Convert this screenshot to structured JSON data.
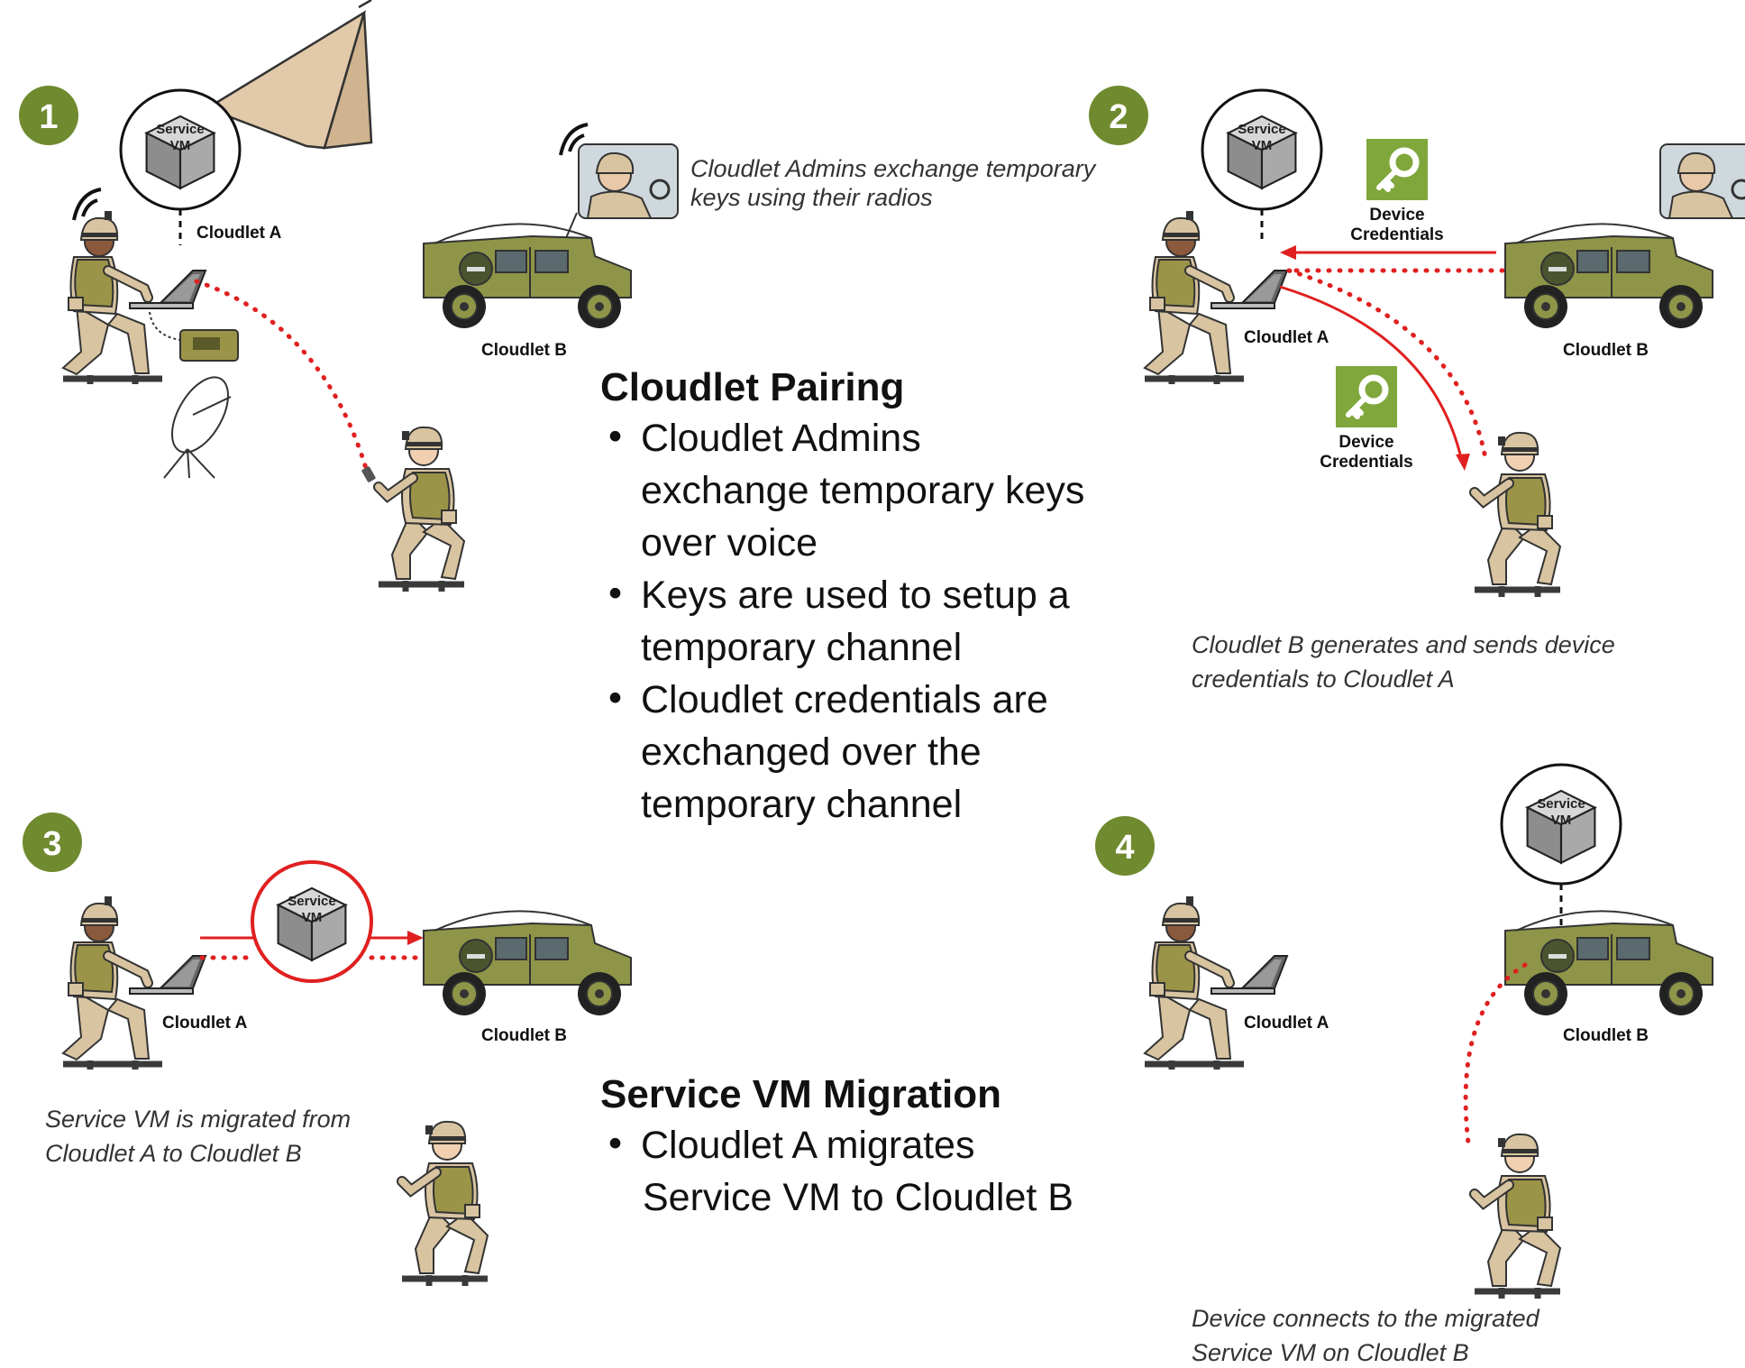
{
  "colors": {
    "badge": "#6f8a2f",
    "soldier_uniform": "#d8c4a1",
    "vest": "#9b9448",
    "skin": "#8b5a3c",
    "tent": "#e2c9a9",
    "vehicle": "#8f9548",
    "credential_green": "#7fa73b",
    "arrow_red": "#e02020"
  },
  "icons": [
    "tent-icon",
    "soldier-icon",
    "laptop-icon",
    "radio-icon",
    "satellite-dish-icon",
    "vehicle-icon",
    "service-vm-cube-icon",
    "key-icon",
    "phone-icon",
    "rifle-icon"
  ],
  "common": {
    "vm_line1": "Service",
    "vm_line2": "VM"
  },
  "panels": [
    {
      "step": "1",
      "labels": {
        "cloudlet_a": "Cloudlet A",
        "cloudlet_b": "Cloudlet B"
      },
      "caption": [
        "Cloudlet Admins exchange temporary",
        "keys using their radios"
      ]
    },
    {
      "step": "2",
      "labels": {
        "cloudlet_a": "Cloudlet A",
        "cloudlet_b": "Cloudlet B"
      },
      "credential_1": [
        "Device",
        "Credentials"
      ],
      "credential_2": [
        "Device",
        "Credentials"
      ],
      "caption": [
        "Cloudlet B generates and sends device",
        "credentials to Cloudlet A"
      ]
    },
    {
      "step": "3",
      "labels": {
        "cloudlet_a": "Cloudlet A",
        "cloudlet_b": "Cloudlet B"
      },
      "caption": [
        "Service VM is migrated from",
        "Cloudlet A to Cloudlet B"
      ]
    },
    {
      "step": "4",
      "labels": {
        "cloudlet_a": "Cloudlet A",
        "cloudlet_b": "Cloudlet B"
      },
      "caption": [
        "Device connects to the migrated",
        "Service VM on Cloudlet B"
      ]
    }
  ],
  "sections": {
    "pairing": {
      "heading": "Cloudlet Pairing",
      "bullet_marker": "•",
      "bullets": [
        [
          "Cloudlet Admins",
          "exchange temporary keys",
          "over voice"
        ],
        [
          "Keys are used to setup a",
          "temporary channel"
        ],
        [
          "Cloudlet credentials are",
          "exchanged over the",
          "temporary channel"
        ]
      ]
    },
    "migration": {
      "heading": "Service VM Migration",
      "bullet_marker": "•",
      "bullets": [
        [
          "Cloudlet A migrates",
          "Service VM to Cloudlet B"
        ]
      ]
    }
  }
}
